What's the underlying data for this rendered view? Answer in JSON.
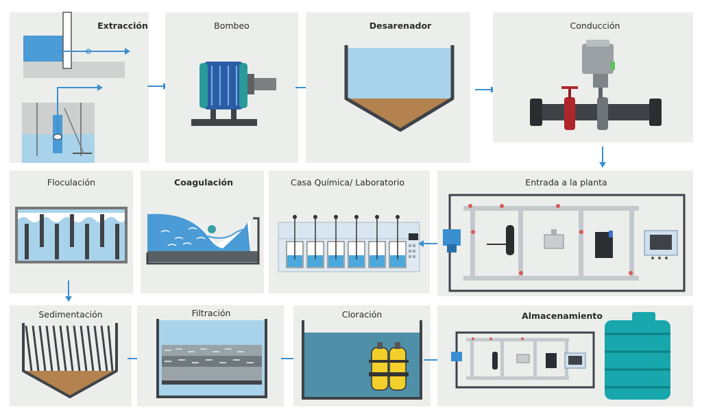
{
  "stages": {
    "extraccion": "Extracción",
    "bombeo": "Bombeo",
    "desarenador": "Desarenador",
    "conduccion": "Conducción",
    "floculacion": "Floculación",
    "coagulacion": "Coagulación",
    "casa_quimica": "Casa Química/ Laboratorio",
    "entrada": "Entrada a la planta",
    "sedimentacion": "Sedimentación",
    "filtracion": "Filtración",
    "cloracion": "Cloración",
    "almacenamiento": "Almacenamiento"
  },
  "colors": {
    "panel": "#eceeec",
    "arrow": "#3a8fd0",
    "water": "#4a9bd6",
    "sediment": "#b3824e",
    "dark": "#3f4347",
    "teal": "#2a9a9a",
    "tank": "#17a7ad"
  }
}
